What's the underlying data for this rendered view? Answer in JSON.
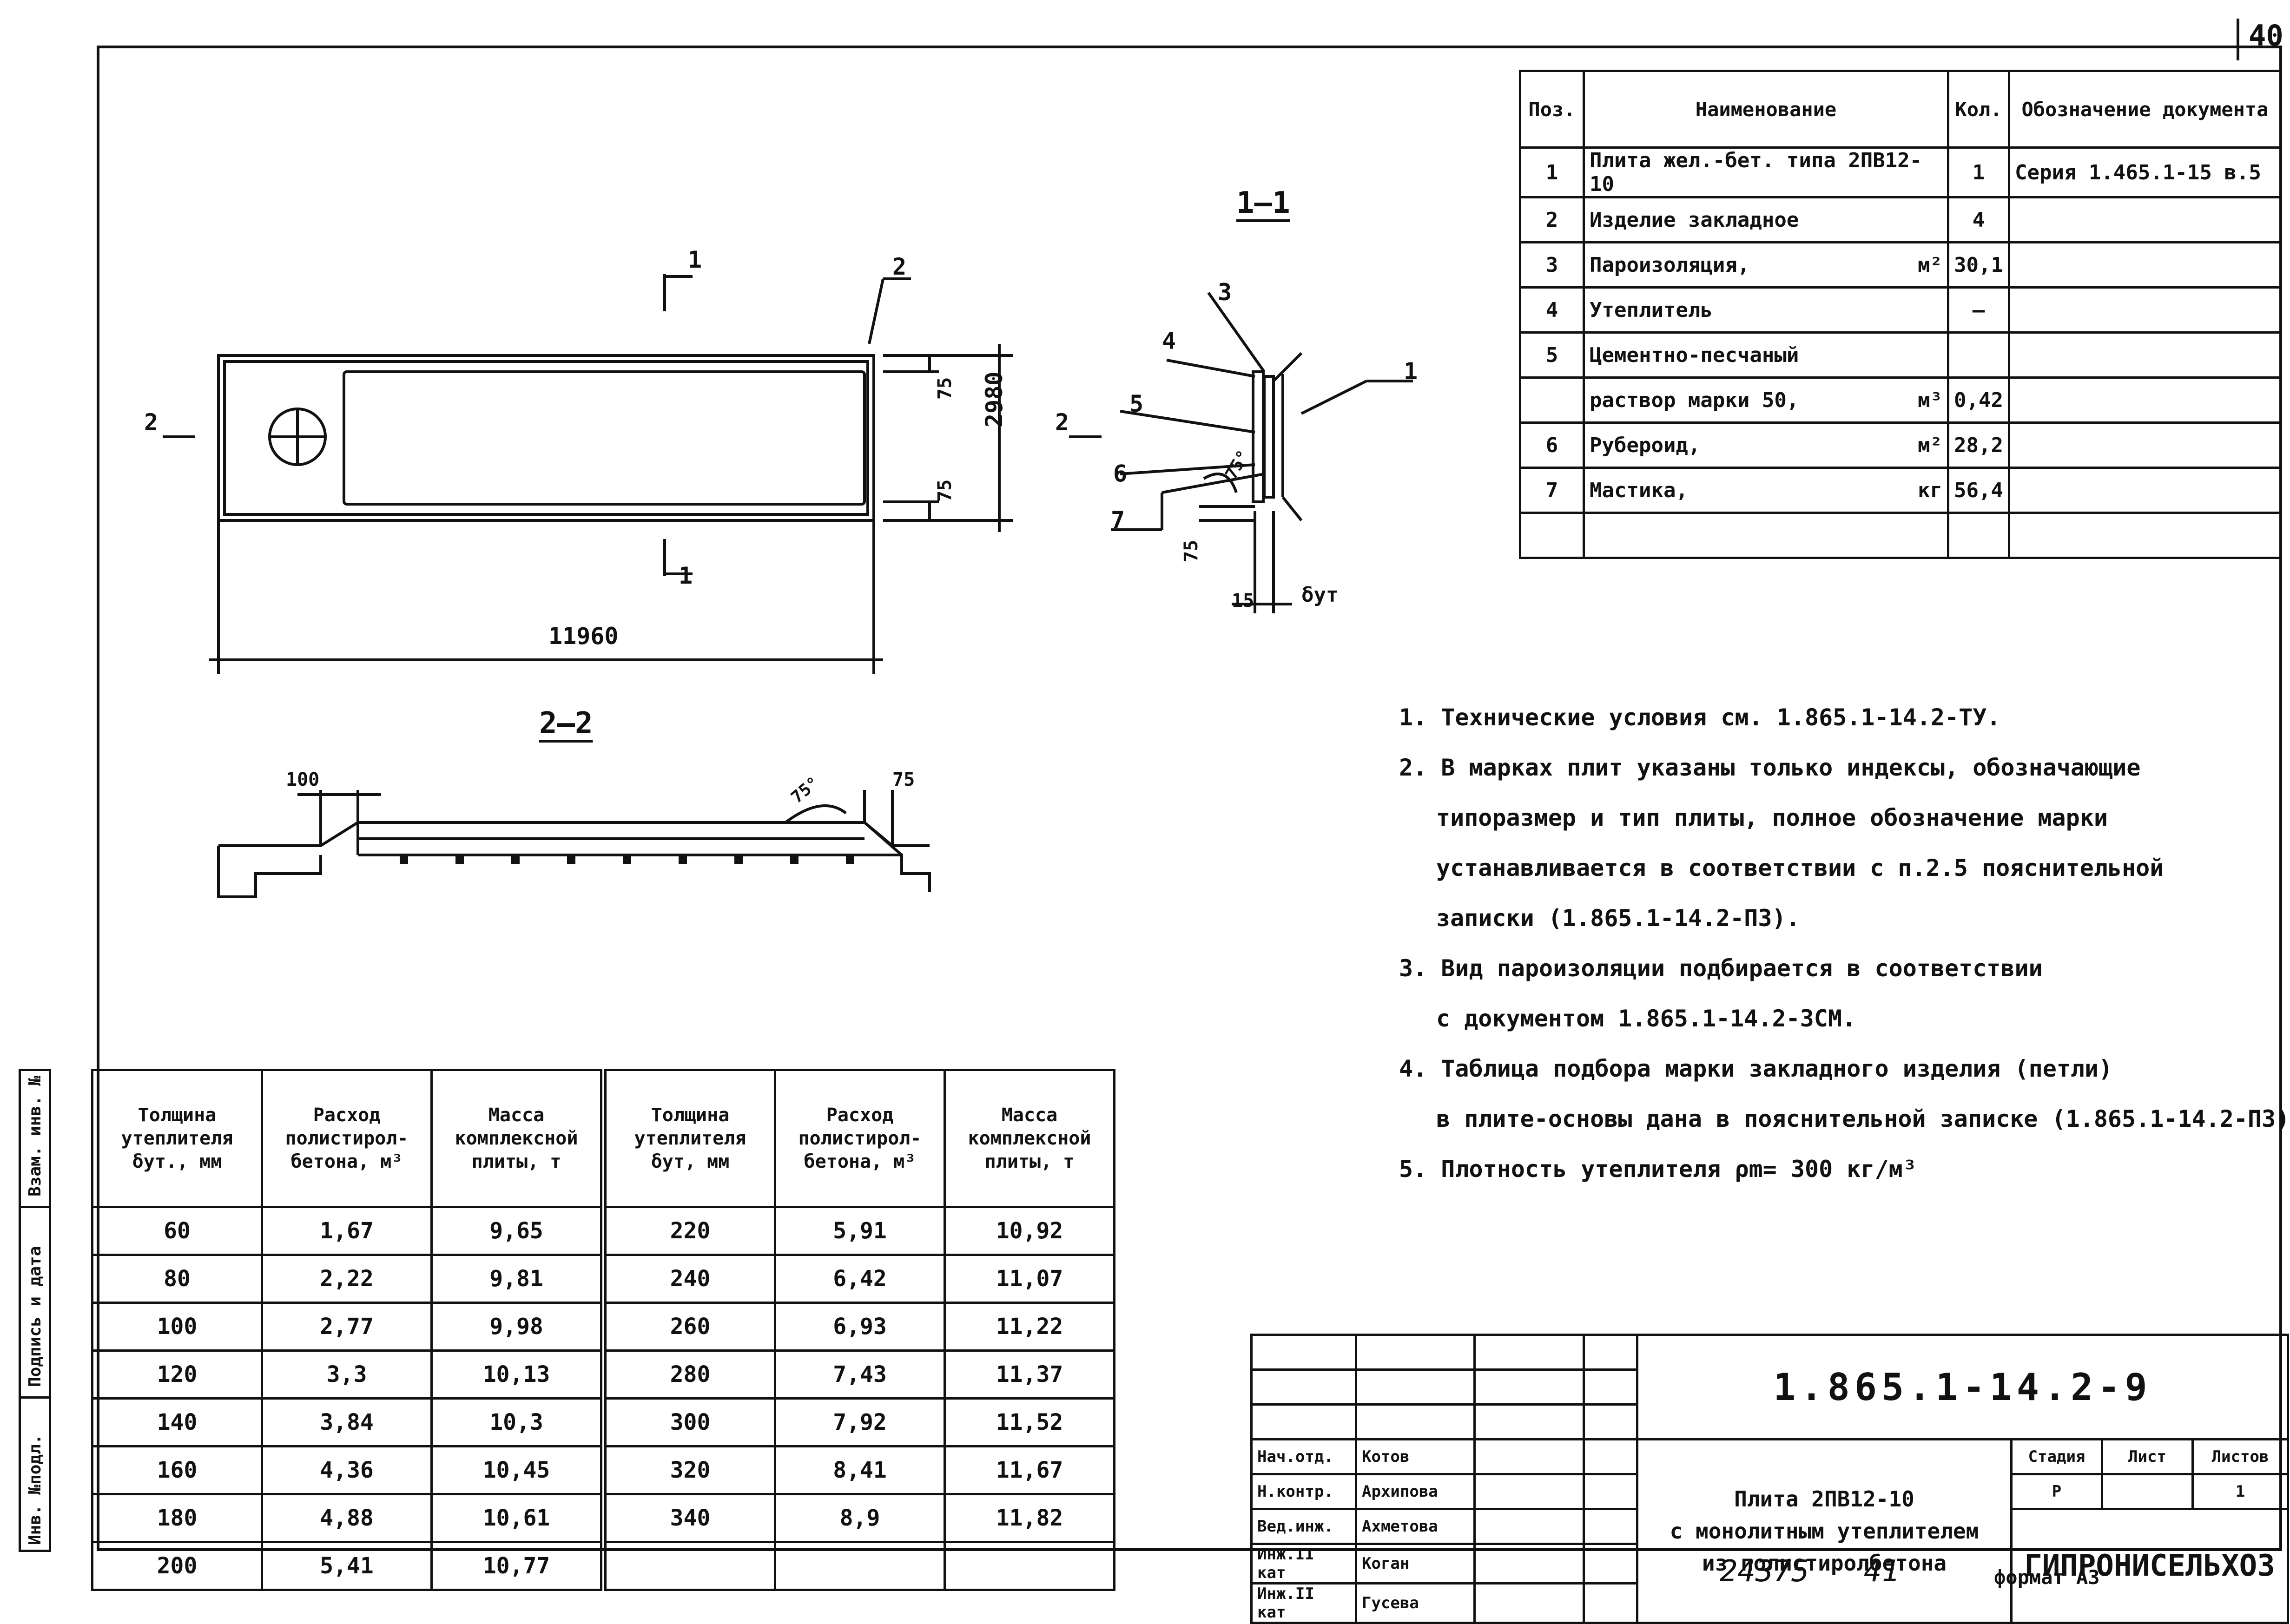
{
  "page_number": "40",
  "spec_table": {
    "headers": [
      "Поз.",
      "Наименование",
      "Кол.",
      "Обозначение документа"
    ],
    "rows": [
      {
        "pos": "1",
        "name": "Плита жел.-бет. типа 2ПВ12-10",
        "unit": "",
        "qty": "1",
        "doc": "Серия 1.465.1-15 в.5"
      },
      {
        "pos": "2",
        "name": "Изделие закладное",
        "unit": "",
        "qty": "4",
        "doc": ""
      },
      {
        "pos": "3",
        "name": "Пароизоляция,",
        "unit": "м²",
        "qty": "30,1",
        "doc": ""
      },
      {
        "pos": "4",
        "name": "Утеплитель",
        "unit": "",
        "qty": "—",
        "doc": ""
      },
      {
        "pos": "5",
        "name": "Цементно-песчаный",
        "unit": "",
        "qty": "",
        "doc": ""
      },
      {
        "pos": "",
        "name": "раствор марки 50,",
        "unit": "м³",
        "qty": "0,42",
        "doc": ""
      },
      {
        "pos": "6",
        "name": "Рубероид,",
        "unit": "м²",
        "qty": "28,2",
        "doc": ""
      },
      {
        "pos": "7",
        "name": "Мастика,",
        "unit": "кг",
        "qty": "56,4",
        "doc": ""
      },
      {
        "pos": "",
        "name": "",
        "unit": "",
        "qty": "",
        "doc": ""
      }
    ]
  },
  "drawing": {
    "section_11": "1—1",
    "section_22": "2—2",
    "marks": {
      "m1": "1",
      "m2": "2",
      "m3": "3",
      "m4": "4",
      "m5": "5",
      "m6": "6",
      "m7": "7"
    },
    "dims": {
      "length": "11960",
      "width": "2980",
      "d75": "75",
      "d100": "100",
      "d15": "15",
      "delta": "δут",
      "angle": "75°"
    }
  },
  "notes": [
    "1. Технические условия см. 1.865.1-14.2-ТУ.",
    "2. В марках плит указаны только индексы, обозначающие",
    "типоразмер и тип плиты, полное обозначение марки",
    "устанавливается в соответствии с п.2.5 пояснительной",
    "записки (1.865.1-14.2-ПЗ).",
    "3. Вид пароизоляции подбирается в соответствии",
    "с документом 1.865.1-14.2-3СМ.",
    "4. Таблица подбора марки закладного изделия (петли)",
    "в плите-основы дана в пояснительной записке (1.865.1-14.2-ПЗ).",
    "5. Плотность утеплителя ρm= 300 кг/м³"
  ],
  "thickness_table": {
    "headers": [
      "Толщина утеплителя δут., мм",
      "Расход полистирол-бетона, м³",
      "Масса комплексной плиты, т",
      "Толщина утеплителя δут, мм",
      "Расход полистирол-бетона, м³",
      "Масса комплексной плиты, т"
    ],
    "rows": [
      [
        "60",
        "1,67",
        "9,65",
        "220",
        "5,91",
        "10,92"
      ],
      [
        "80",
        "2,22",
        "9,81",
        "240",
        "6,42",
        "11,07"
      ],
      [
        "100",
        "2,77",
        "9,98",
        "260",
        "6,93",
        "11,22"
      ],
      [
        "120",
        "3,3",
        "10,13",
        "280",
        "7,43",
        "11,37"
      ],
      [
        "140",
        "3,84",
        "10,3",
        "300",
        "7,92",
        "11,52"
      ],
      [
        "160",
        "4,36",
        "10,45",
        "320",
        "8,41",
        "11,67"
      ],
      [
        "180",
        "4,88",
        "10,61",
        "340",
        "8,9",
        "11,82"
      ],
      [
        "200",
        "5,41",
        "10,77",
        "",
        "",
        ""
      ]
    ]
  },
  "stamp_column": [
    "Инв. №подл.",
    "Подпись и дата",
    "Взам. инв. №"
  ],
  "title_block": {
    "code": "1.865.1-14.2-9",
    "title_lines": [
      "Плита 2ПВ12-10",
      "с монолитным утеплителем",
      "из полистиролбетона"
    ],
    "people": [
      {
        "role": "Нач.отд.",
        "name": "Котов"
      },
      {
        "role": "Н.контр.",
        "name": "Архипова"
      },
      {
        "role": "Вед.инж.",
        "name": "Ахметова"
      },
      {
        "role": "Инж.II кат",
        "name": "Коган"
      },
      {
        "role": "Инж.II кат",
        "name": "Гусева"
      }
    ],
    "stage_header": "Стадия",
    "sheet_header": "Лист",
    "sheets_header": "Листов",
    "stage": "Р",
    "sheets": "1",
    "org": "ГИПРОНИСЕЛЬХОЗ"
  },
  "footer": {
    "n1": "24375",
    "n2": "41",
    "format": "формат А3"
  }
}
